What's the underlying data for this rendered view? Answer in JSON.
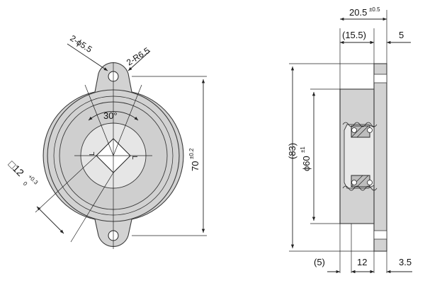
{
  "front_view": {
    "hole_label": "2-ϕ5.5",
    "radius_label": "2-R6.5",
    "angle_label": "30°",
    "height_label": "70",
    "height_tol": "±0.2",
    "square_label": "□12",
    "square_tol_upper": "+0.3",
    "square_tol_lower": "0",
    "rotation_mark_left": "L",
    "rotation_mark_right": "L"
  },
  "side_view": {
    "width_total_label": "20.5",
    "width_total_tol": "±0.5",
    "width_ref_label": "(15.5)",
    "flange_label": "5",
    "height_ref_label": "(83)",
    "diameter_label": "ϕ60",
    "diameter_tol": "±1",
    "bottom_ref_label": "(5)",
    "body_width_label": "12",
    "bottom_right_label": "3.5"
  }
}
